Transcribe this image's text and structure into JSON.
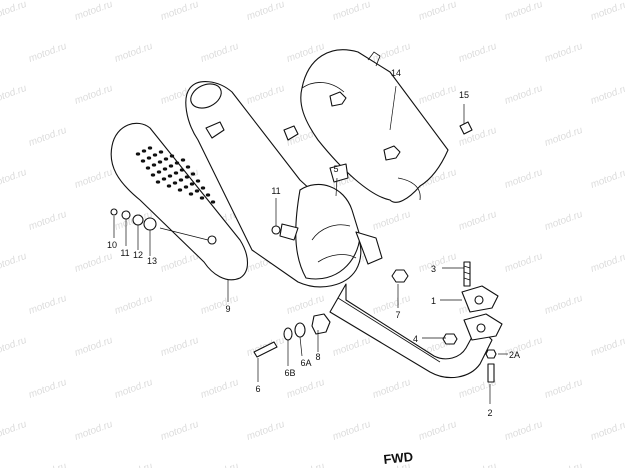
{
  "watermark": "motod.ru",
  "direction_label": "FWD",
  "callouts": {
    "c1": "1",
    "c2": "2",
    "c2a": "2A",
    "c3": "3",
    "c4": "4",
    "c5": "5",
    "c6": "6",
    "c6a": "6A",
    "c6b": "6B",
    "c8": "8",
    "c7": "7",
    "c9": "9",
    "c10": "10",
    "c11a": "11",
    "c11b": "11",
    "c12": "12",
    "c13": "13",
    "c14": "14",
    "c15": "15"
  },
  "parts": [
    "exhaust-pipe",
    "exhaust-gasket",
    "stud-bolt",
    "nut",
    "muffler",
    "bolt",
    "washer",
    "muffler-heat-shield",
    "heat-shield-screw",
    "heat-shield-cover",
    "cover-bolt",
    "mounting-bracket"
  ],
  "colors": {
    "line": "#111111",
    "watermark": "#dcdcdc",
    "background": "#ffffff"
  }
}
